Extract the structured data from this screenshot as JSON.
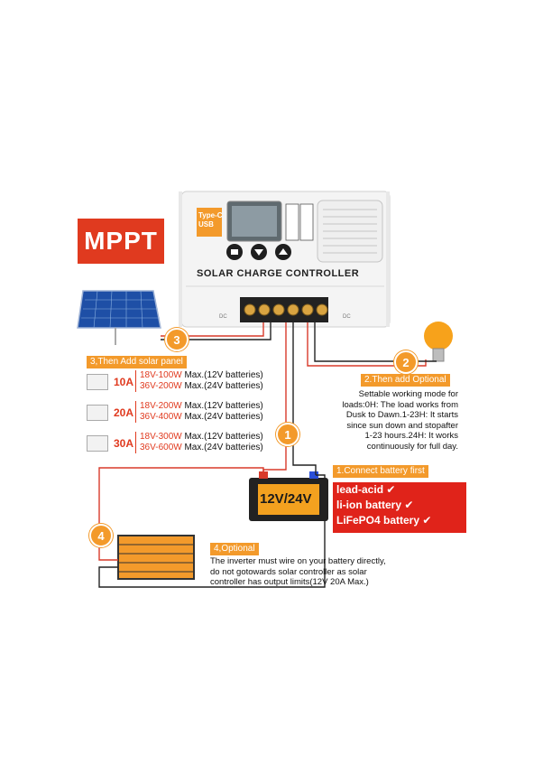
{
  "badge": "MPPT",
  "controller": {
    "title": "SOLAR CHARGE CONTROLLER",
    "usb_label": "Type-C\nUSB",
    "type_c": "Type-C",
    "usb": "USB",
    "dc_left": "DC",
    "dc_right": "DC"
  },
  "steps": {
    "s1": {
      "number": "1",
      "label": "1.Connect battery first"
    },
    "s2": {
      "number": "2",
      "label": "2.Then add Optional",
      "note": [
        "Settable working mode for",
        "loads:0H: The load works from",
        "Dusk to Dawn.1-23H: It starts",
        "since sun down and stopafter",
        "1-23 hours.24H: It works",
        "continuously for full day."
      ]
    },
    "s3": {
      "number": "3",
      "label": "3,Then Add solar panel"
    },
    "s4": {
      "number": "4",
      "label": "4,Optional",
      "note": [
        "The inverter must wire on your battery directly,",
        "do not gotowards solar controller as solar",
        "controller has output limits(12V 20A Max.)"
      ]
    }
  },
  "specs": [
    {
      "amp": "10A",
      "lines": [
        {
          "w": "18V-100W",
          "rest": " Max.(12V batteries)"
        },
        {
          "w": "36V-200W",
          "rest": " Max.(24V batteries)"
        }
      ]
    },
    {
      "amp": "20A",
      "lines": [
        {
          "w": "18V-200W",
          "rest": " Max.(12V batteries)"
        },
        {
          "w": "36V-400W",
          "rest": " Max.(24V batteries)"
        }
      ]
    },
    {
      "amp": "30A",
      "lines": [
        {
          "w": "18V-300W",
          "rest": " Max.(12V batteries)"
        },
        {
          "w": "36V-600W",
          "rest": " Max.(24V batteries)"
        }
      ]
    }
  ],
  "battery": {
    "label": "12V/24V",
    "types": [
      "lead-acid",
      "li-ion battery",
      "LiFePO4 battery"
    ]
  },
  "colors": {
    "accent": "#f39a2b",
    "red": "#e03a1f",
    "wire_red": "#d83a2a",
    "wire_black": "#222222"
  }
}
